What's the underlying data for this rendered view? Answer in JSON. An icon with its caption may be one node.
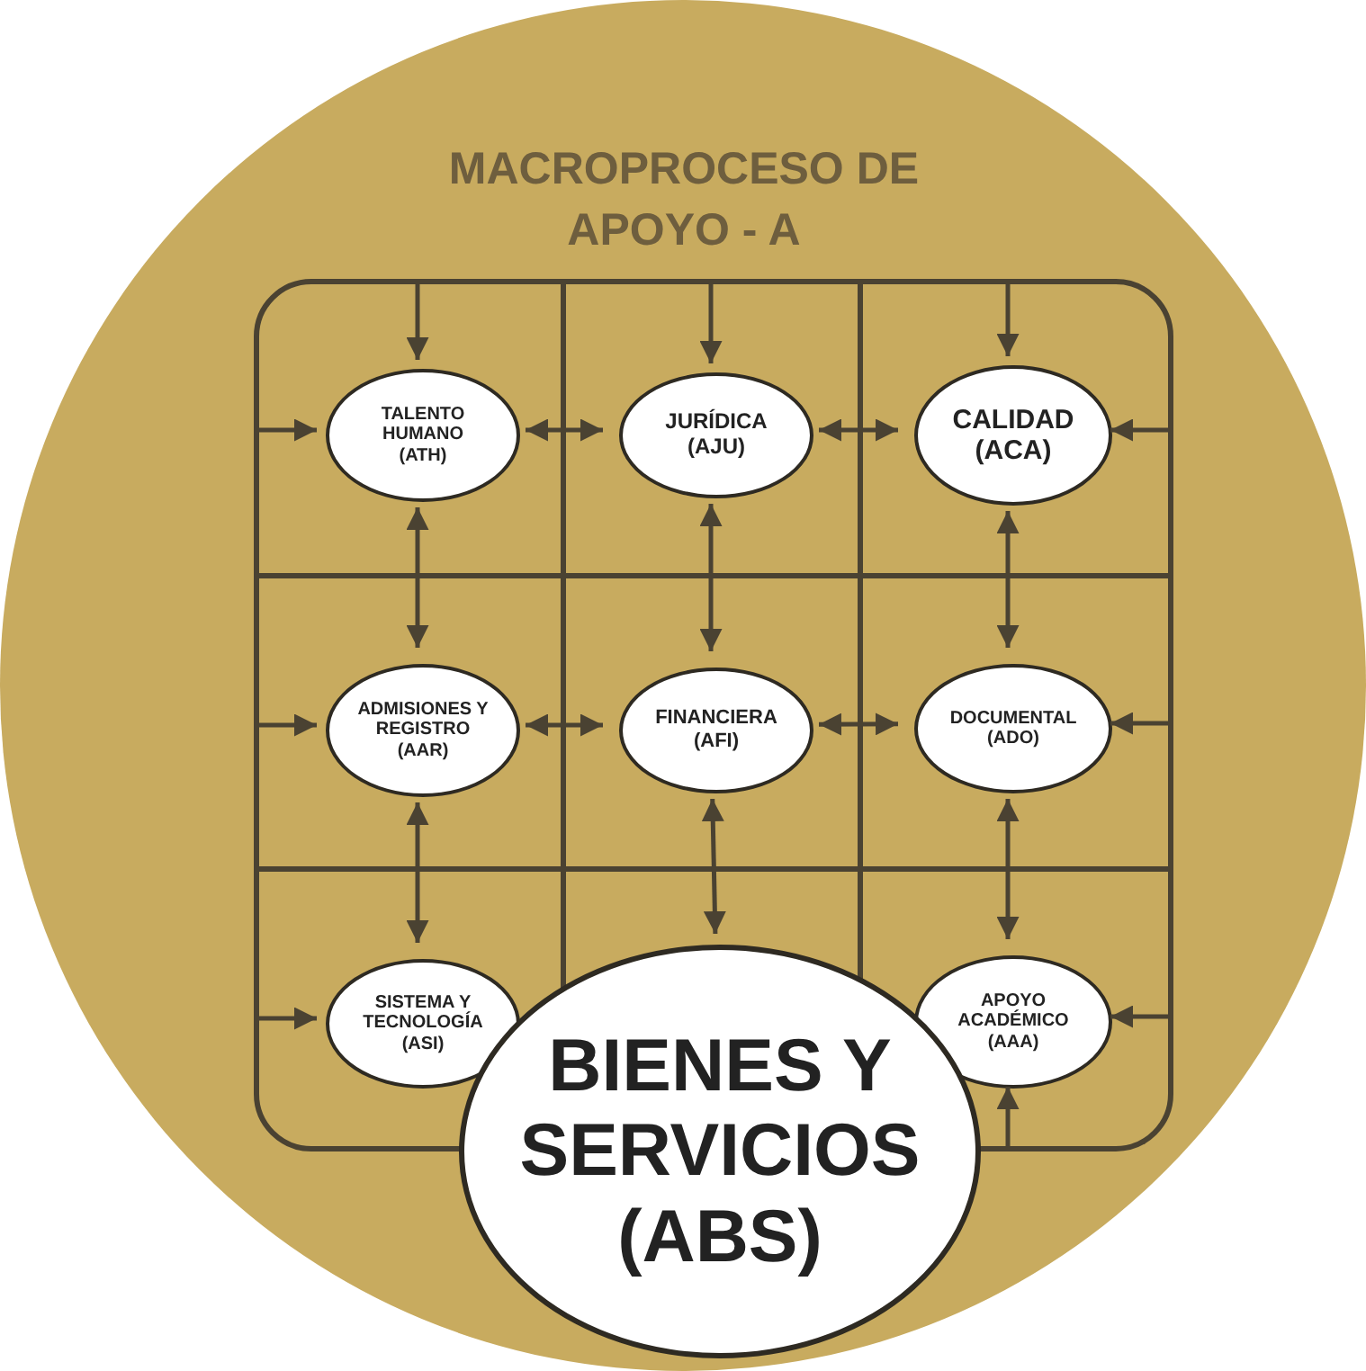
{
  "diagram": {
    "nodes": [
      {
        "text": [
          "MACROPROCESO DE APOYO - A"
        ]
      },
      {
        "text": [],
        "shape": "box",
        "in": 0
      },
      {
        "text": [
          "TALENTO HUMANO (ATH)"
        ],
        "in": 1
      },
      {
        "text": [
          "JURÍDICA (AJU)"
        ],
        "in": 1
      },
      {
        "text": [
          "CALIDAD (ACA)"
        ],
        "in": 1
      },
      {
        "text": [
          "ADMISIONES Y REGISTRO (AAR)"
        ],
        "in": 1
      },
      {
        "text": [
          "FINANCIERA (AFI)"
        ],
        "in": 1
      },
      {
        "text": [
          "DOCUMENTAL (ADO)"
        ],
        "in": 1
      },
      {
        "text": [
          "SISTEMA Y TECNOLOGÍA (ASI)"
        ],
        "in": 1
      },
      {
        "text": [
          "APOYO ACADÉMICO (AAA)"
        ],
        "in": 1
      },
      {
        "text": [
          "BIENES Y SERVICIOS (ABS)"
        ],
        "in": 0
      }
    ],
    "edges": [
      {
        "from": 1,
        "to": 2,
        "arrow": "to"
      },
      {
        "from": 1,
        "to": 3,
        "arrow": "to"
      },
      {
        "from": 1,
        "to": 4,
        "arrow": "to"
      },
      {
        "from": 1,
        "to": 2,
        "arrow": "to"
      },
      {
        "from": 1,
        "to": 5,
        "arrow": "to"
      },
      {
        "from": 1,
        "to": 8,
        "arrow": "to"
      },
      {
        "from": 1,
        "to": 4,
        "arrow": "to"
      },
      {
        "from": 1,
        "to": 7,
        "arrow": "to"
      },
      {
        "from": 1,
        "to": 9,
        "arrow": "to"
      },
      {
        "from": 1,
        "to": 9,
        "arrow": "to"
      },
      {
        "from": 2,
        "to": 3,
        "arrow": "both"
      },
      {
        "from": 3,
        "to": 4,
        "arrow": "both"
      },
      {
        "from": 5,
        "to": 6,
        "arrow": "both"
      },
      {
        "from": 6,
        "to": 7,
        "arrow": "both"
      },
      {
        "from": 2,
        "to": 5,
        "arrow": "both"
      },
      {
        "from": 3,
        "to": 6,
        "arrow": "both"
      },
      {
        "from": 4,
        "to": 7,
        "arrow": "both"
      },
      {
        "from": 5,
        "to": 8,
        "arrow": "both"
      },
      {
        "from": 6,
        "to": 10,
        "arrow": "both"
      },
      {
        "from": 7,
        "to": 9,
        "arrow": "both"
      }
    ]
  }
}
